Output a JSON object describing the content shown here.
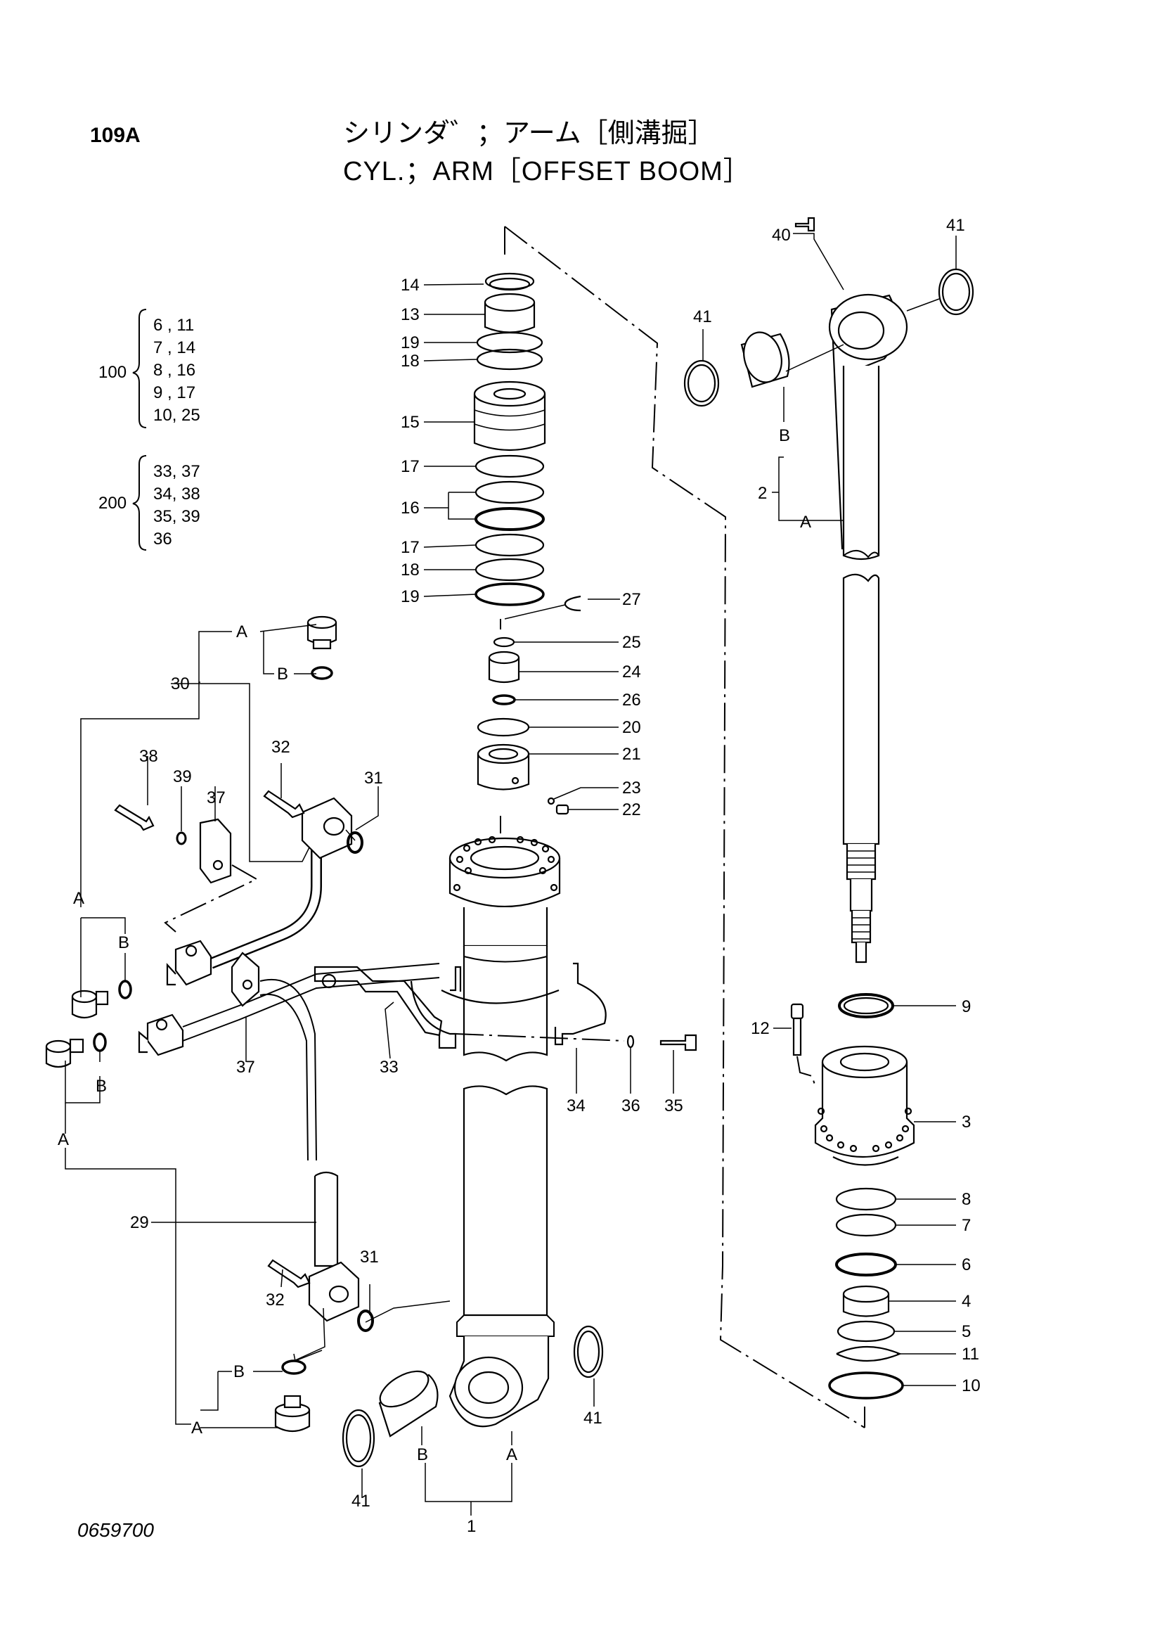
{
  "header": {
    "page_number": "109A",
    "title_jp": "シリンダ゛；アーム［側溝掘］",
    "title_en": "CYL.；ARM［OFFSET  BOOM］"
  },
  "drawing_number": "0659700",
  "kits": [
    {
      "number": "100",
      "rows": [
        "6 , 11",
        "7 , 14",
        "8 , 16",
        "9 , 17",
        "10, 25"
      ]
    },
    {
      "number": "200",
      "rows": [
        "33, 37",
        "34, 38",
        "35, 39",
        "36"
      ]
    }
  ],
  "callouts": {
    "c14": "14",
    "c13": "13",
    "c19a": "19",
    "c18a": "18",
    "c15": "15",
    "c17a": "17",
    "c16": "16",
    "c17b": "17",
    "c18b": "18",
    "c19b": "19",
    "c27": "27",
    "c25": "25",
    "c24": "24",
    "c26": "26",
    "c20": "20",
    "c21": "21",
    "c23": "23",
    "c22": "22",
    "c40": "40",
    "c41a": "41",
    "c41b": "41",
    "c2": "2",
    "c9": "9",
    "c12": "12",
    "c3": "3",
    "c8": "8",
    "c7": "7",
    "c6": "6",
    "c4": "4",
    "c5": "5",
    "c11": "11",
    "c10": "10",
    "c30": "30",
    "c38": "38",
    "c39": "39",
    "c37a": "37",
    "c32a": "32",
    "c31a": "31",
    "c37b": "37",
    "c33": "33",
    "c34": "34",
    "c36": "36",
    "c35": "35",
    "c29": "29",
    "c31b": "31",
    "c32b": "32",
    "c41c": "41",
    "c41d": "41",
    "c1": "1"
  },
  "sub_labels": {
    "a": "A",
    "b": "B"
  },
  "colors": {
    "line": "#000000",
    "background": "#ffffff"
  }
}
